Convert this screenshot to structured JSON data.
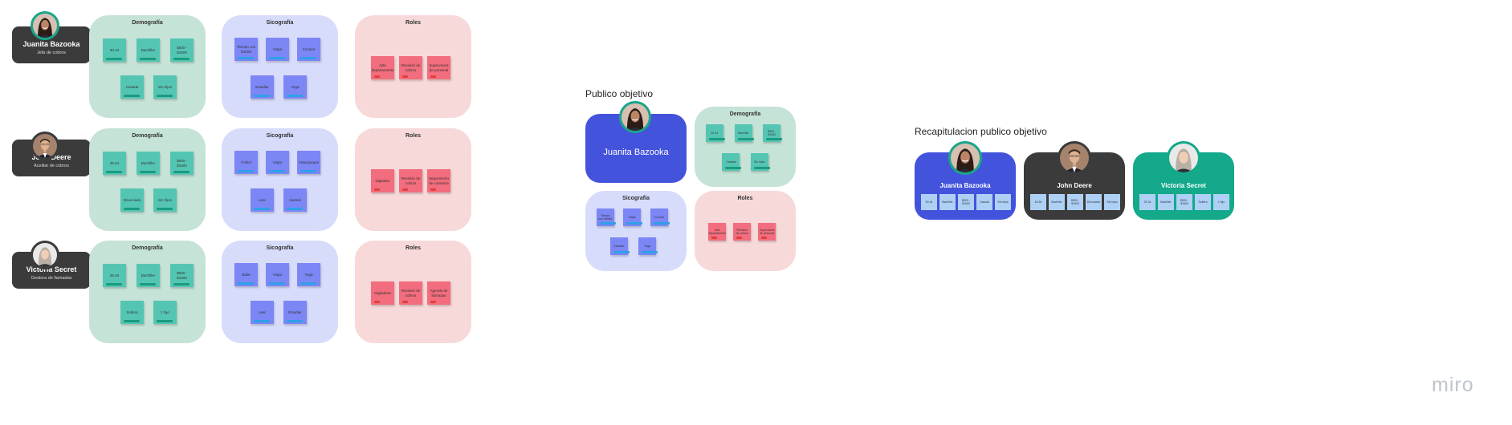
{
  "colors": {
    "demo_bg": "#c5e3d6",
    "sico_bg": "#d8dcfb",
    "roles_bg": "#f7d9d9",
    "teal": "#55c5b3",
    "blue": "#7c86f4",
    "red": "#f26d7d",
    "card_dark": "#3b3b3b",
    "card_blue": "#4353dc",
    "card_green": "#13a98a"
  },
  "personas": [
    {
      "name": "Juanita Bazooka",
      "role": "Jefa de cobros",
      "avatar": "woman-dark-hair",
      "demografia_title": "Demografía",
      "sicografia_title": "Sicografía",
      "roles_title": "Roles",
      "demografia": [
        "30-44",
        "Bachiller",
        "$500 - $1500",
        "Casada",
        "Sin hijos"
      ],
      "sicografia": [
        "Tiempo con familia",
        "Viajar",
        "Cocinar",
        "Estudiar",
        "Yoga"
      ],
      "roles": [
        "Jefe departamento",
        "Revisión de cobros",
        "Supervisora de personal"
      ]
    },
    {
      "name": "John Deere",
      "role": "Auxiliar de cobros",
      "avatar": "man-suit",
      "demografia_title": "Demografía",
      "sicografia_title": "Sicografía",
      "roles_title": "Roles",
      "demografia": [
        "45-54",
        "Bachiller",
        "$500 - $1500",
        "Divorciado",
        "Sin hijos"
      ],
      "sicografia": [
        "Fútbol",
        "Viajar",
        "Videojuegos",
        "Leer",
        "Ajedrez"
      ],
      "roles": [
        "Digitador",
        "Revisión de cobros",
        "Seguimiento de cobranza"
      ]
    },
    {
      "name": "Victoria Secret",
      "role": "Gestora de llamadas",
      "avatar": "woman-light-hair",
      "demografia_title": "Demografía",
      "sicografia_title": "Sicografía",
      "roles_title": "Roles",
      "demografia": [
        "25-34",
        "Bachiller",
        "$500 - $1500",
        "Soltera",
        "1 hijo"
      ],
      "sicografia": [
        "Baile",
        "Viajar",
        "Yoga",
        "Leer",
        "Estudiar"
      ],
      "roles": [
        "Digitadora",
        "Revisión de cobros",
        "Agenda de llamadas"
      ]
    }
  ],
  "publico": {
    "title": "Publico objetivo",
    "name": "Juanita Bazooka",
    "demografia_title": "Demografía",
    "sicografia_title": "Sicografía",
    "roles_title": "Roles",
    "demografia": [
      "30-44",
      "Bachiller",
      "$500 - $1500",
      "Casada",
      "Sin hijos"
    ],
    "sicografia": [
      "Tiempo con familia",
      "Viajar",
      "Cocinar",
      "Estudiar",
      "Yoga"
    ],
    "roles": [
      "Jefe departamento",
      "Revisión de cobros",
      "Supervisora de personal"
    ]
  },
  "recap": {
    "title": "Recapitulacion publico objetivo",
    "cards": [
      {
        "name": "Juanita Bazooka",
        "color": "#4353dc",
        "items": [
          "30-44",
          "Bachiller",
          "$500 - $1500",
          "Casada",
          "Sin hijos"
        ]
      },
      {
        "name": "John Deere",
        "color": "#3b3b3b",
        "items": [
          "45-54",
          "Bachiller",
          "$500 - $1500",
          "Divorciado",
          "Sin hijos"
        ]
      },
      {
        "name": "Victoria Secret",
        "color": "#13a98a",
        "items": [
          "25-34",
          "Bachiller",
          "$500 - $1500",
          "Soltera",
          "1 hijo"
        ]
      }
    ]
  },
  "brand": "miro"
}
